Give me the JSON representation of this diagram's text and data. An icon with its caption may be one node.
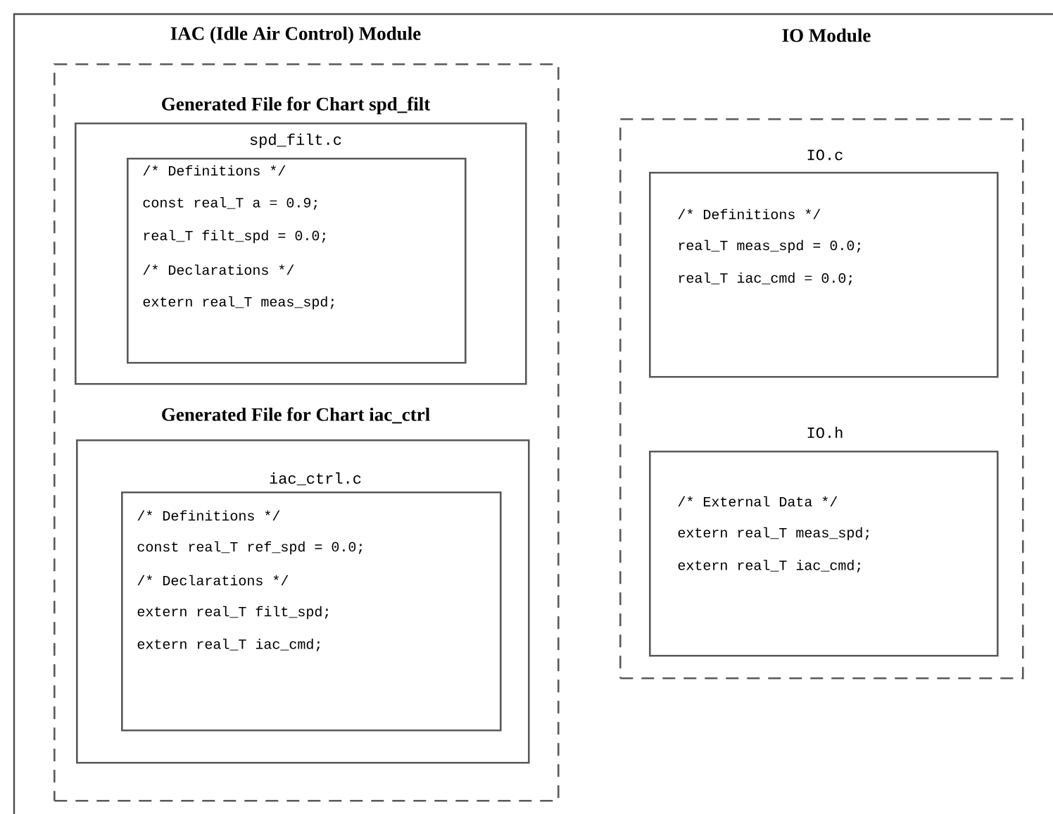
{
  "diagram": {
    "nodes": [
      {
        "text": [
          "IAC (Idle Air Control) Module"
        ]
      },
      {
        "text": [
          "Generated File for Chart spd_filt",
          "spd_filt.c"
        ],
        "in": 0
      },
      {
        "text": [
          "/* Definitions */",
          "const real_T a = 0.9;",
          "real_T filt_spd = 0.0;",
          "/* Declarations */",
          "extern real_T meas_spd;"
        ],
        "in": 1
      },
      {
        "text": [
          "Generated File for Chart iac_ctrl",
          "iac_ctrl.c"
        ],
        "in": 0
      },
      {
        "text": [
          "/* Definitions */",
          "const real_T ref_spd = 0.0;",
          "/* Declarations */",
          "extern real_T filt_spd;",
          "extern real_T iac_cmd;"
        ],
        "in": 3
      },
      {
        "text": [
          "IO Module"
        ]
      },
      {
        "text": [
          "IO.c",
          "/* Definitions */",
          "real_T meas_spd = 0.0;",
          "real_T iac_cmd = 0.0;"
        ],
        "in": 5
      },
      {
        "text": [
          "IO.h",
          "/* External Data */",
          "extern real_T meas_spd;",
          "extern real_T iac_cmd;"
        ],
        "in": 5
      }
    ]
  }
}
